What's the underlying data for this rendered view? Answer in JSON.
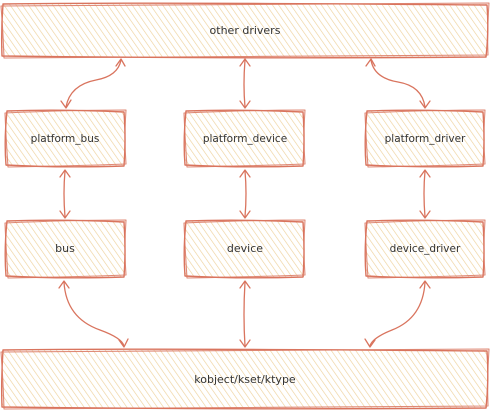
{
  "colors": {
    "stroke": "#d9745e",
    "hatch": "#e8c27a",
    "text": "#333333",
    "background": "#ffffff"
  },
  "nodes": {
    "other_drivers": "other drivers",
    "platform_bus": "platform_bus",
    "platform_device": "platform_device",
    "platform_driver": "platform_driver",
    "bus": "bus",
    "device": "device",
    "device_driver": "device_driver",
    "kobject": "kobject/kset/ktype"
  },
  "edges": [
    {
      "from": "other_drivers",
      "to": "platform_bus",
      "style": "bidirectional"
    },
    {
      "from": "other_drivers",
      "to": "platform_device",
      "style": "bidirectional"
    },
    {
      "from": "other_drivers",
      "to": "platform_driver",
      "style": "bidirectional"
    },
    {
      "from": "platform_bus",
      "to": "bus",
      "style": "bidirectional"
    },
    {
      "from": "platform_device",
      "to": "device",
      "style": "bidirectional"
    },
    {
      "from": "platform_driver",
      "to": "device_driver",
      "style": "bidirectional"
    },
    {
      "from": "bus",
      "to": "kobject",
      "style": "bidirectional"
    },
    {
      "from": "device",
      "to": "kobject",
      "style": "bidirectional"
    },
    {
      "from": "device_driver",
      "to": "kobject",
      "style": "bidirectional"
    }
  ]
}
